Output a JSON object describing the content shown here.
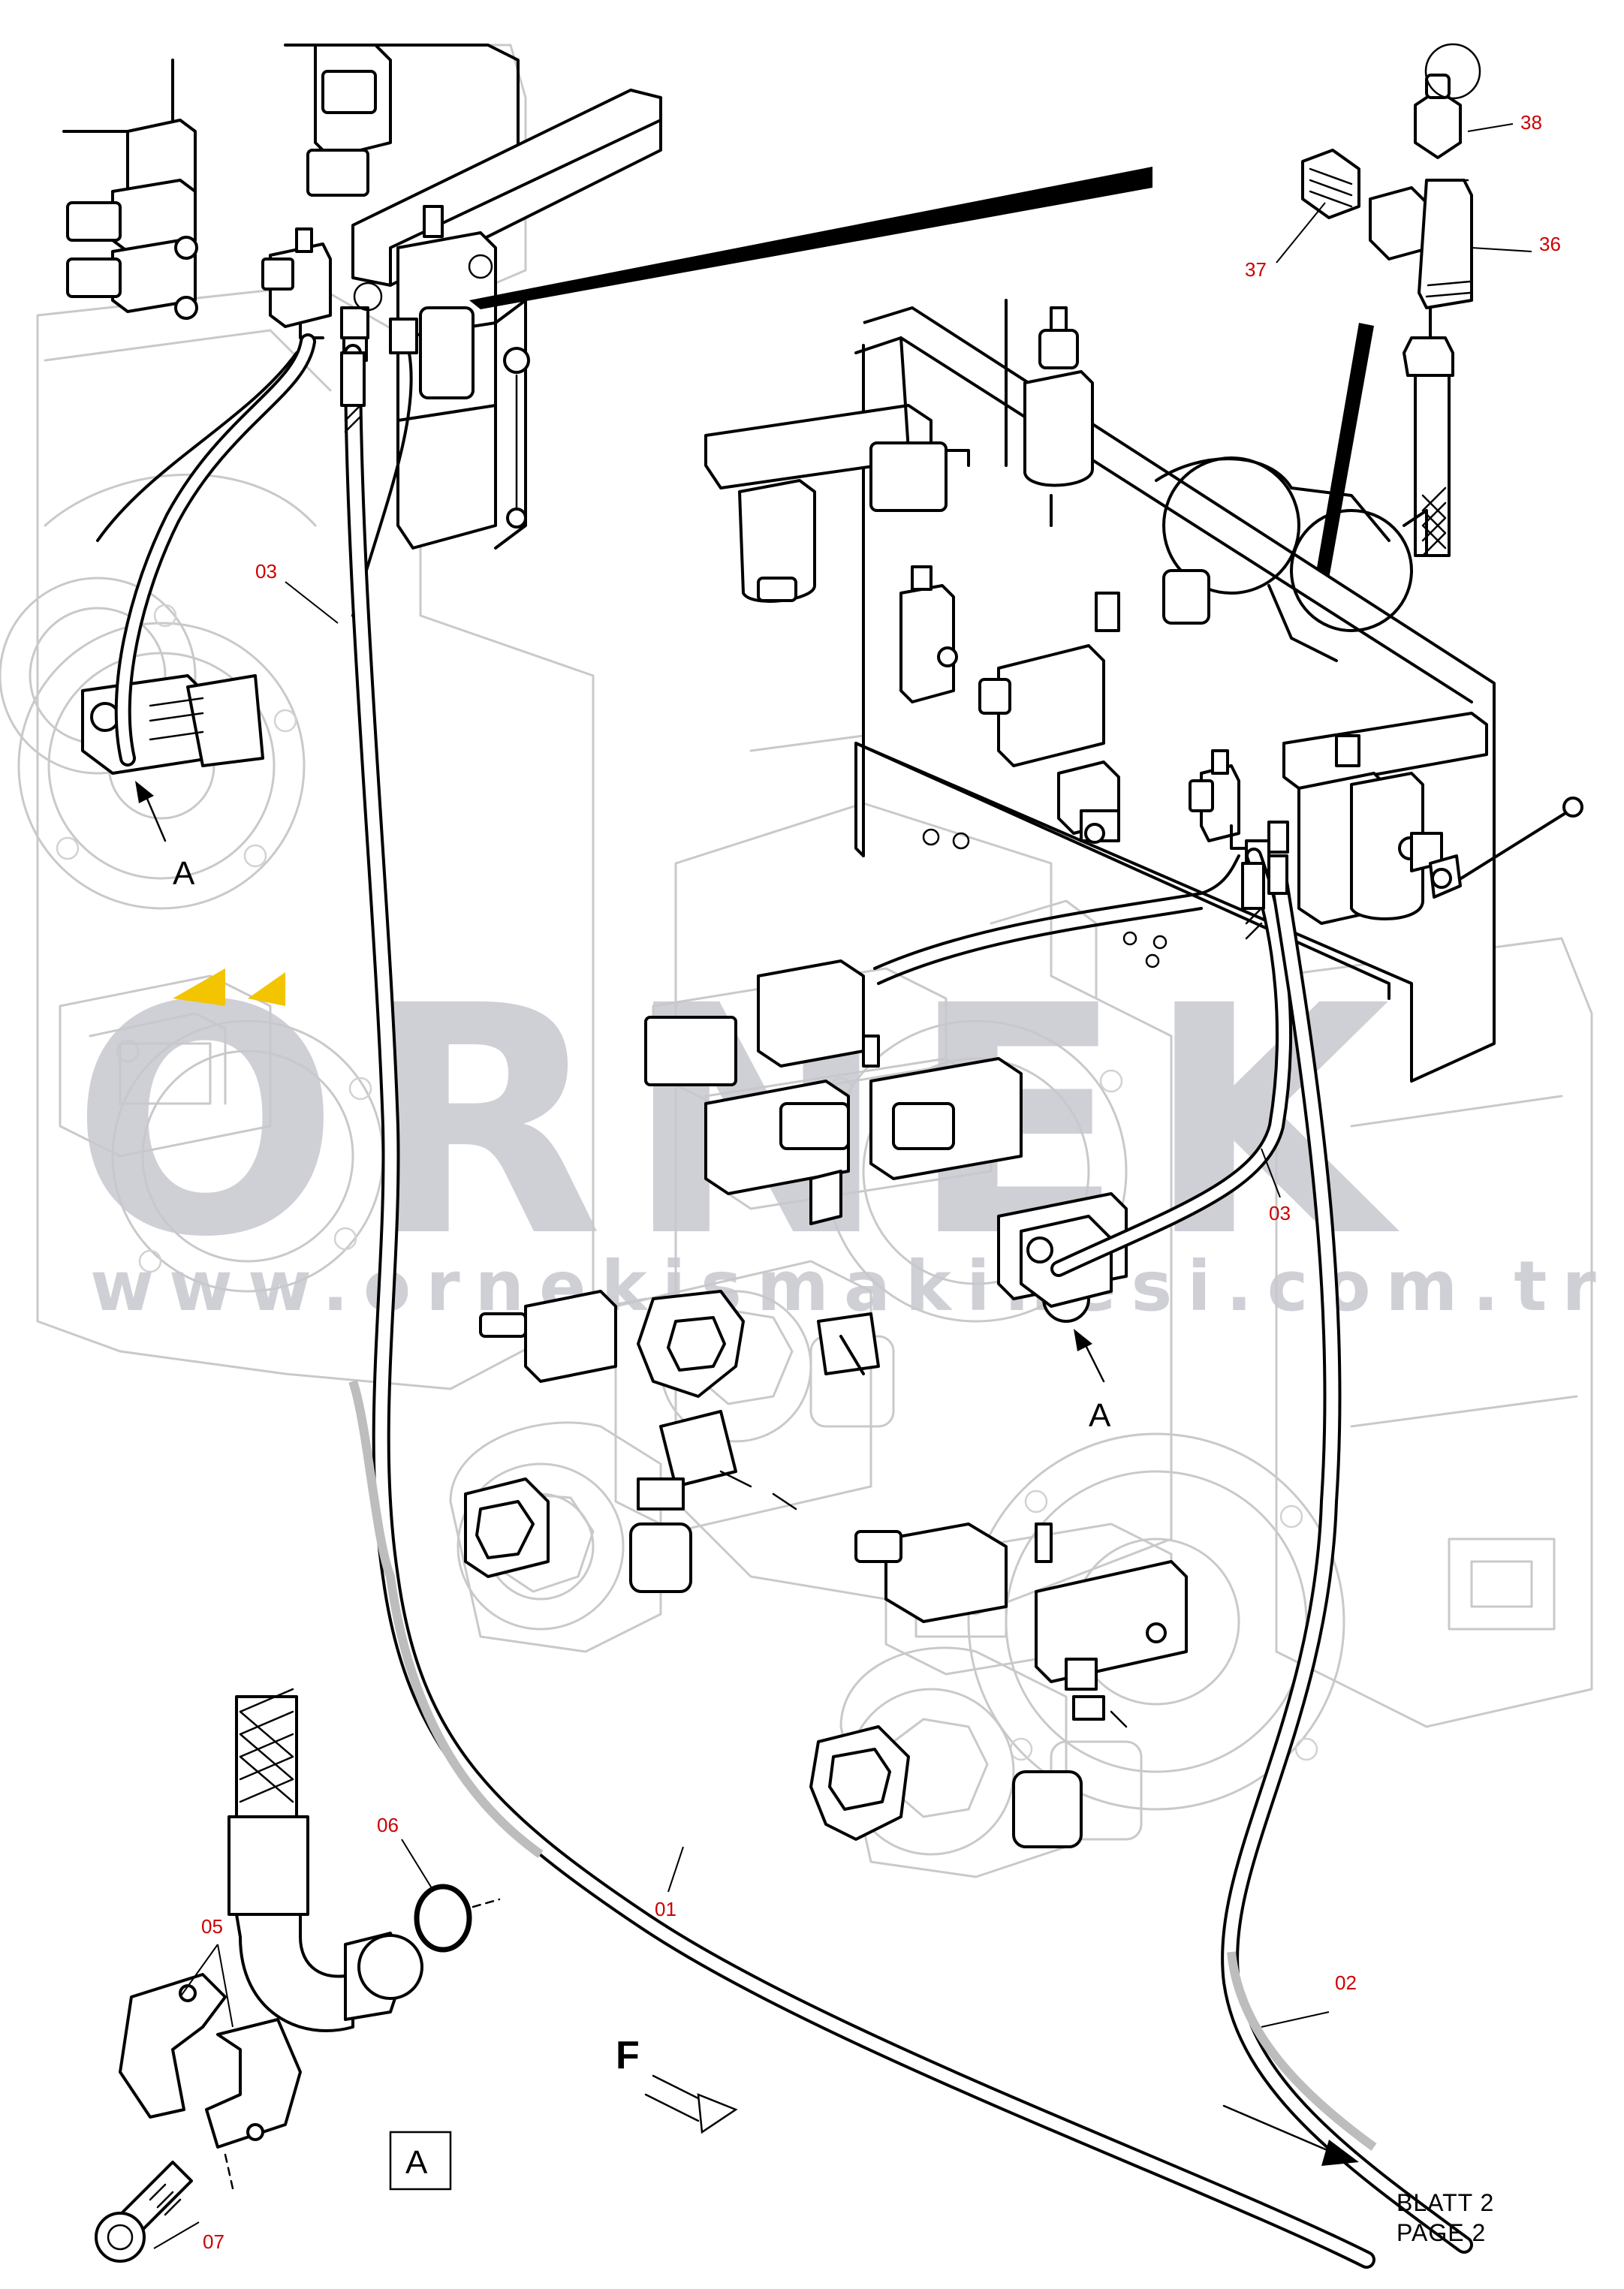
{
  "watermark": {
    "letters": "ORNEK",
    "url": "www.ornekismakinesi.com.tr",
    "accent_color": "#f3c400",
    "text_color": "#c7c7cf"
  },
  "callouts": {
    "c01": "01",
    "c02": "02",
    "c03_left": "03",
    "c03_right": "03",
    "c05": "05",
    "c06": "06",
    "c07": "07",
    "c36": "36",
    "c37": "37",
    "c38": "38"
  },
  "detail": {
    "marker_left": "A",
    "marker_right": "A",
    "box_label": "A"
  },
  "direction": {
    "label": "F"
  },
  "footer": {
    "line1": "BLATT 2",
    "line2": "PAGE 2"
  },
  "colors": {
    "callout": "#cc0000",
    "line": "#000000",
    "ghost": "#c9c9c9"
  }
}
